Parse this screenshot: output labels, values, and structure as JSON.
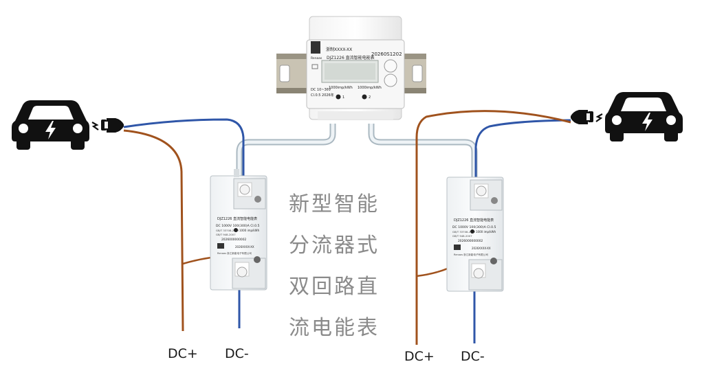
{
  "title_lines": [
    "新型智能",
    "分流器式",
    "双回路直",
    "流电能表"
  ],
  "terminals": {
    "left": {
      "plus": "DC+",
      "minus": "DC-"
    },
    "right": {
      "plus": "DC+",
      "minus": "DC-"
    }
  },
  "main_meter": {
    "cert": "浙制XXXX-XX",
    "serial": "20260S1202",
    "brand": "Renaas",
    "model": "DJZ1226 直流智能电能表",
    "const_1": "1000imp/kWh",
    "const_2": "1000imp/kWh",
    "spec_1": "DC 10~36V",
    "spec_2": "Cl.0.5 2026年",
    "port_1": "1",
    "port_2": "2"
  },
  "shunt_meter": {
    "model": "DJZ1226 直流智能电能表",
    "spec": "DC 1000V   100(300)A  Cl.0.5",
    "standard": "GB/T 33708-2017",
    "standard_2": "GB/T 948-2007",
    "constant": "1000 imp/kWh",
    "serial": "2026000000002",
    "cert": "2026XXXX-XX",
    "maker": "浙江新能电子有限公司",
    "brand": "Renaas"
  },
  "colors": {
    "brown_wire": "#a0521d",
    "blue_wire": "#2f56a8",
    "car": "#111111",
    "title_text": "#8a8a8a"
  },
  "icons": [
    "ev-car-icon",
    "charging-plug-icon",
    "lightning-bolt-icon"
  ]
}
